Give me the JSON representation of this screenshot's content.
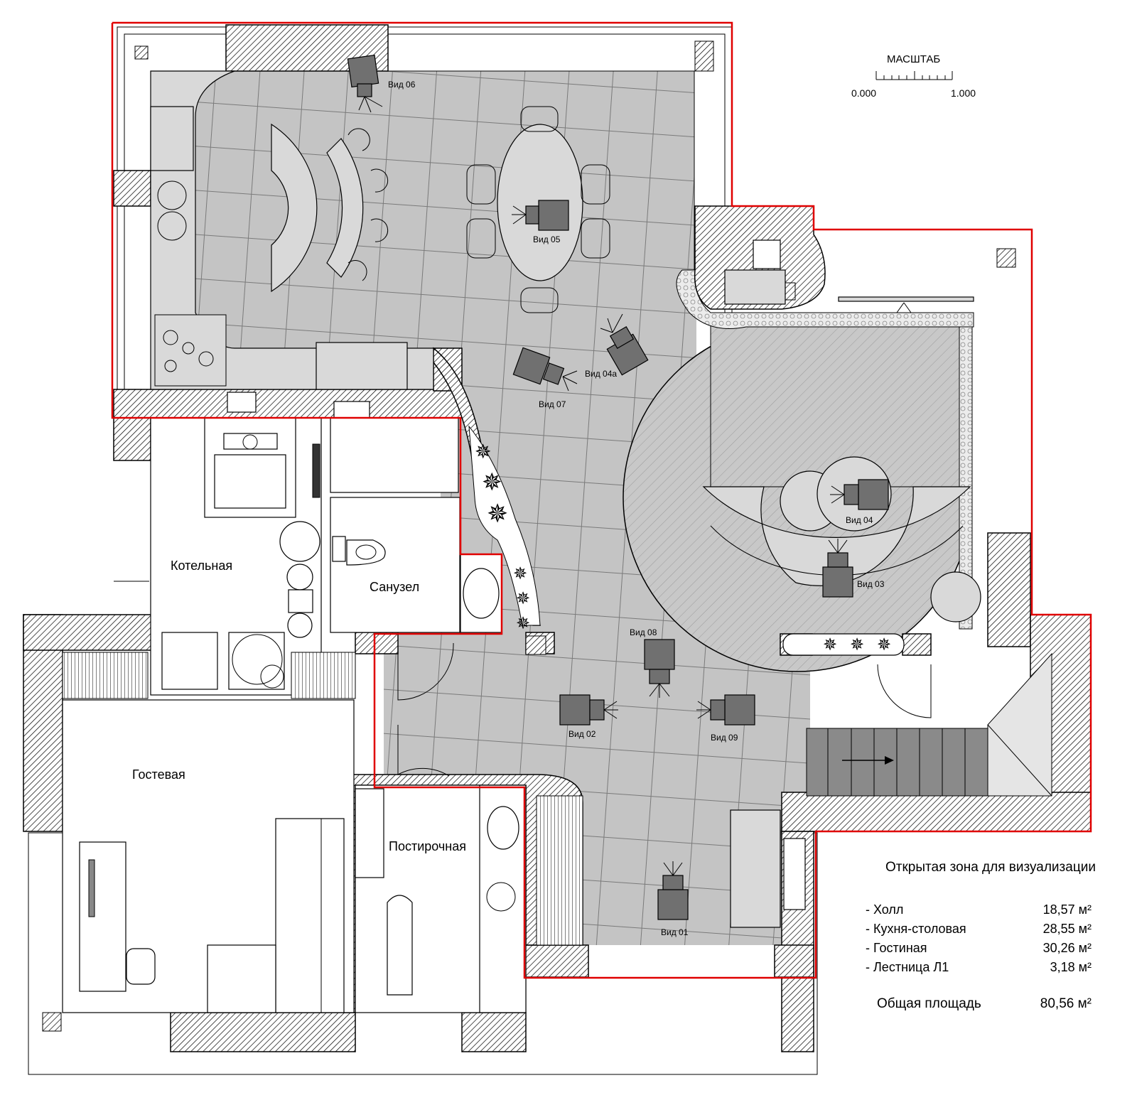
{
  "scale": {
    "title": "МАСШТАБ",
    "min": "0.000",
    "max": "1.000"
  },
  "rooms": {
    "boiler": "Котельная",
    "bathroom": "Санузел",
    "guest": "Гостевая",
    "laundry": "Постирочная"
  },
  "views": [
    {
      "id": "v06",
      "label": "Вид 06"
    },
    {
      "id": "v05",
      "label": "Вид 05"
    },
    {
      "id": "v04a",
      "label": "Вид 04а"
    },
    {
      "id": "v07",
      "label": "Вид 07"
    },
    {
      "id": "v04",
      "label": "Вид 04"
    },
    {
      "id": "v03",
      "label": "Вид 03"
    },
    {
      "id": "v08",
      "label": "Вид 08"
    },
    {
      "id": "v02",
      "label": "Вид 02"
    },
    {
      "id": "v09",
      "label": "Вид 09"
    },
    {
      "id": "v01",
      "label": "Вид 01"
    }
  ],
  "legend": {
    "title": "Открытая зона для визуализации",
    "items": [
      {
        "name": "- Холл",
        "area": "18,57 м²"
      },
      {
        "name": "- Кухня-столовая",
        "area": "28,55 м²"
      },
      {
        "name": "- Гостиная",
        "area": "30,26 м²"
      },
      {
        "name": "- Лестница Л1",
        "area": "3,18 м²"
      }
    ],
    "total_label": "Общая площадь",
    "total_value": "80,56 м²"
  },
  "colors": {
    "outline": "#e00000",
    "floor_tile": "#c4c4c4",
    "camera": "#707070"
  }
}
